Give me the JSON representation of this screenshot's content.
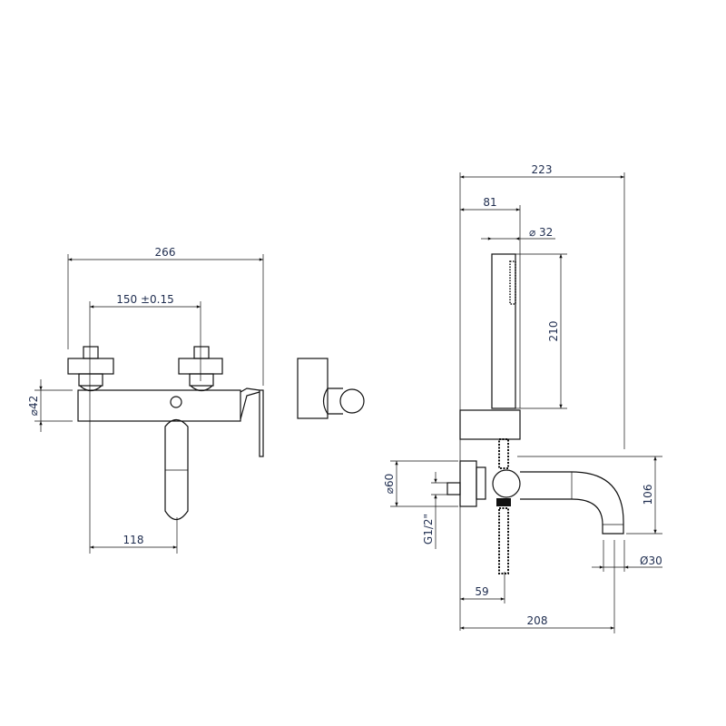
{
  "front_view": {
    "overall_width": "266",
    "inlet_spacing": "150 ±0.15",
    "body_diameter": "⌀42",
    "spout_offset": "118"
  },
  "hand_shower_view": {
    "overall_width": "223",
    "holder_width": "81",
    "handset_diameter": "⌀ 32",
    "handset_length": "210",
    "flange_diameter": "⌀60",
    "thread": "G1/2\"",
    "spout_height": "106",
    "spout_diameter": "Ø30",
    "hose_offset": "59",
    "spout_projection": "208"
  },
  "colors": {
    "line": "#111111",
    "text": "#1f2d4f"
  }
}
